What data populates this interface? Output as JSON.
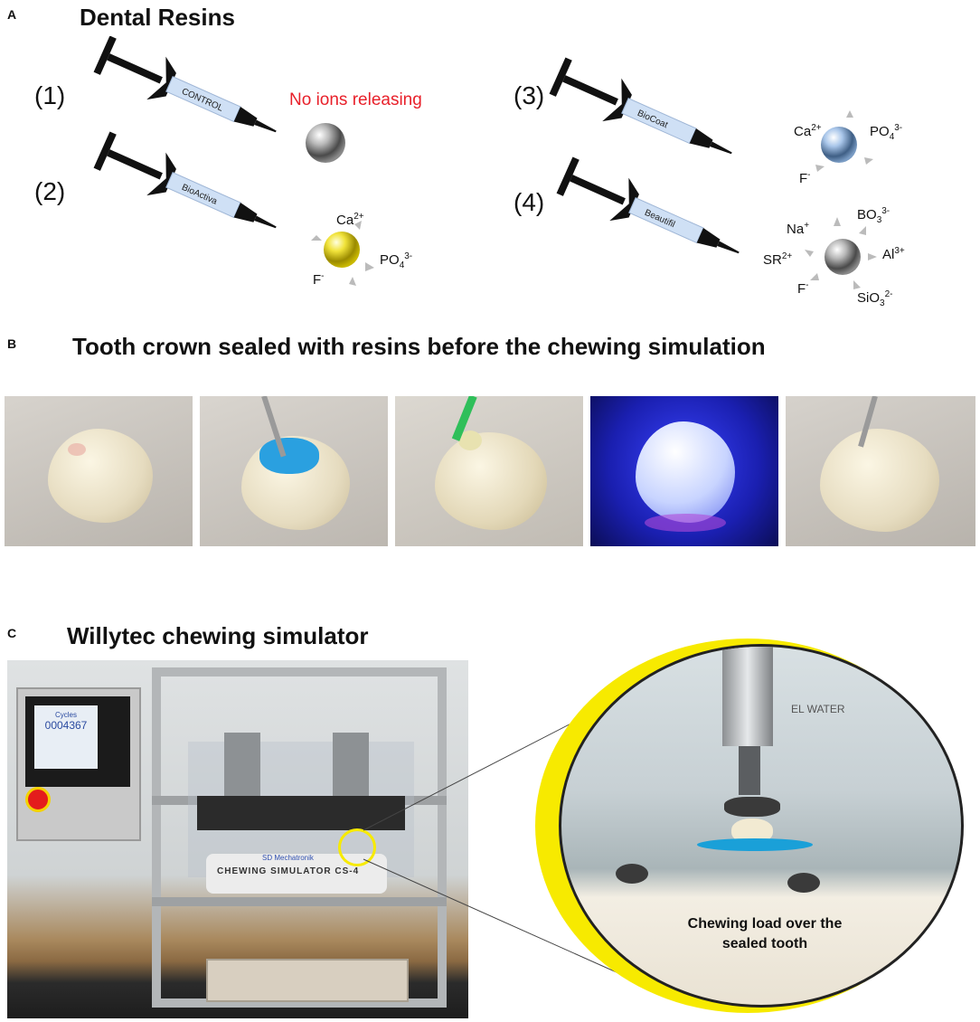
{
  "panel_a": {
    "letter": "A",
    "title": "Dental Resins",
    "items": [
      {
        "num": "(1)",
        "syringe_label": "CONTROL"
      },
      {
        "num": "(2)",
        "syringe_label": "BioActiva"
      },
      {
        "num": "(3)",
        "syringe_label": "BioCoat"
      },
      {
        "num": "(4)",
        "syringe_label": "Beautifil"
      }
    ],
    "no_ions_text": "No ions releasing",
    "ions_2": {
      "ca": "Ca",
      "ca_sup": "2+",
      "po": "PO",
      "po_sub": "4",
      "po_sup": "3-",
      "f": "F",
      "f_sup": "-"
    },
    "ions_3": {
      "ca": "Ca",
      "ca_sup": "2+",
      "po": "PO",
      "po_sub": "4",
      "po_sup": "3-",
      "f": "F",
      "f_sup": "-"
    },
    "ions_4": {
      "na": "Na",
      "na_sup": "+",
      "bo": "BO",
      "bo_sub": "3",
      "bo_sup": "3-",
      "al": "Al",
      "al_sup": "3+",
      "sr": "SR",
      "sr_sup": "2+",
      "f": "F",
      "f_sup": "-",
      "si": "SiO",
      "si_sub": "3",
      "si_sup": "2-"
    }
  },
  "panel_b": {
    "letter": "B",
    "title": "Tooth crown sealed with resins before the chewing simulation"
  },
  "panel_c": {
    "letter": "C",
    "title": "Willytec chewing simulator",
    "screen_cycles_label": "Cycles",
    "screen_cycles_value": "0004367",
    "machine_label": "CHEWING SIMULATOR CS-4",
    "machine_brand": "SD Mechatronik",
    "water_label": "EL WATER",
    "zoom_caption_line1": "Chewing load over the",
    "zoom_caption_line2": "sealed tooth"
  },
  "colors": {
    "no_ions_red": "#e8202a",
    "syringe_black": "#111111",
    "syringe_barrel": "#cfe0f5",
    "highlight_yellow": "#f7ea00",
    "uv_blue": "#1a1fb0"
  }
}
